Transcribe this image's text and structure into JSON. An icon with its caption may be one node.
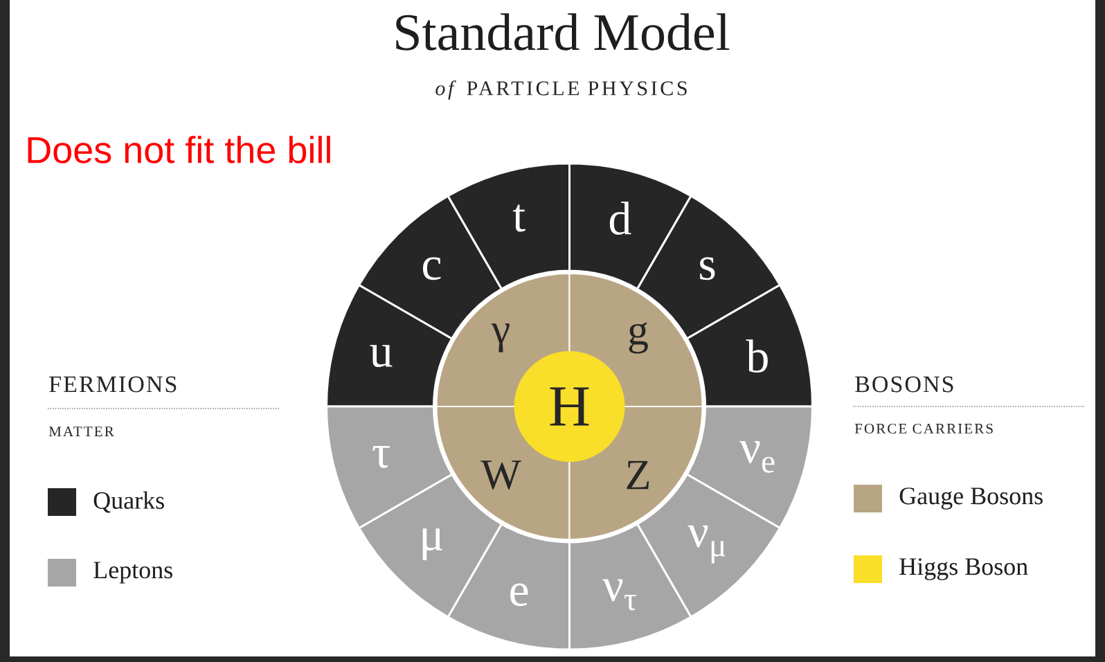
{
  "diagram": {
    "title": "Standard Model",
    "nodes": [
      {
        "text": [
          "u"
        ]
      },
      {
        "text": [
          "c"
        ]
      },
      {
        "text": [
          "t"
        ]
      },
      {
        "text": [
          "d"
        ]
      },
      {
        "text": [
          "s"
        ]
      },
      {
        "text": [
          "b"
        ]
      },
      {
        "text": [
          "ν$_{e}$"
        ]
      },
      {
        "text": [
          "ν$_{μ}$"
        ]
      },
      {
        "text": [
          "ν$_{τ}$"
        ]
      },
      {
        "text": [
          "e"
        ]
      },
      {
        "text": [
          "μ"
        ]
      },
      {
        "text": [
          "τ"
        ]
      },
      {
        "text": [
          "γ"
        ]
      },
      {
        "text": [
          "g"
        ]
      },
      {
        "text": [
          "W"
        ]
      },
      {
        "text": [
          "Z"
        ]
      },
      {
        "text": [
          "H"
        ]
      }
    ],
    "labels": [
      "*of* PARTICLE PHYSICS",
      "Does not fit the bill",
      "FERMIONS",
      "MATTER",
      "BOSONS",
      "FORCE CARRIERS"
    ],
    "legend": [
      {
        "text": "Quarks",
        "color": "#262626"
      },
      {
        "text": "Leptons",
        "color": "#a6a6a6"
      },
      {
        "text": "Gauge Bosons",
        "color": "#b8a583"
      },
      {
        "text": "Higgs Boson",
        "color": "#f9de2a"
      }
    ]
  }
}
